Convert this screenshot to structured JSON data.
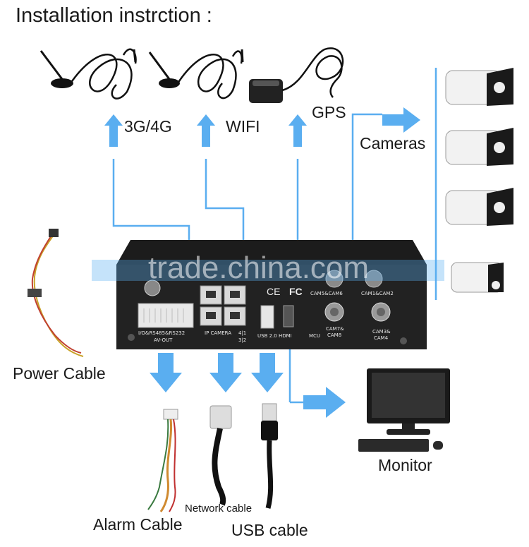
{
  "title": "Installation instrction :",
  "labels": {
    "g34": "3G/4G",
    "wifi": "WIFI",
    "gps": "GPS",
    "cameras": "Cameras",
    "power": "Power Cable",
    "alarm": "Alarm Cable",
    "network": "Network cable",
    "usb": "USB cable",
    "monitor": "Monitor"
  },
  "device": {
    "io_label": "I/O&RS485&RS232",
    "avout_label": "AV-OUT",
    "ipcam_label": "IP CAMERA",
    "ipcam_num_top": "4|1",
    "ipcam_num_bot": "3|2",
    "usb_hdmi_label": "USB 2.0  HDMI",
    "mcu_label": "MCU",
    "cam78_label": "CAM7&",
    "cam78_label2": "CAM8",
    "cam34_label": "CAM3&",
    "cam34_label2": "CAM4",
    "cam56_label": "CAM5&CAM6",
    "cam12_label": "CAM1&CAM2",
    "ce_mark": "CE",
    "fc_mark": "FC"
  },
  "watermark": "trade.china.com",
  "colors": {
    "arrow": "#5aaef0",
    "line": "#5aaef0",
    "device": "#1c1c1c"
  }
}
